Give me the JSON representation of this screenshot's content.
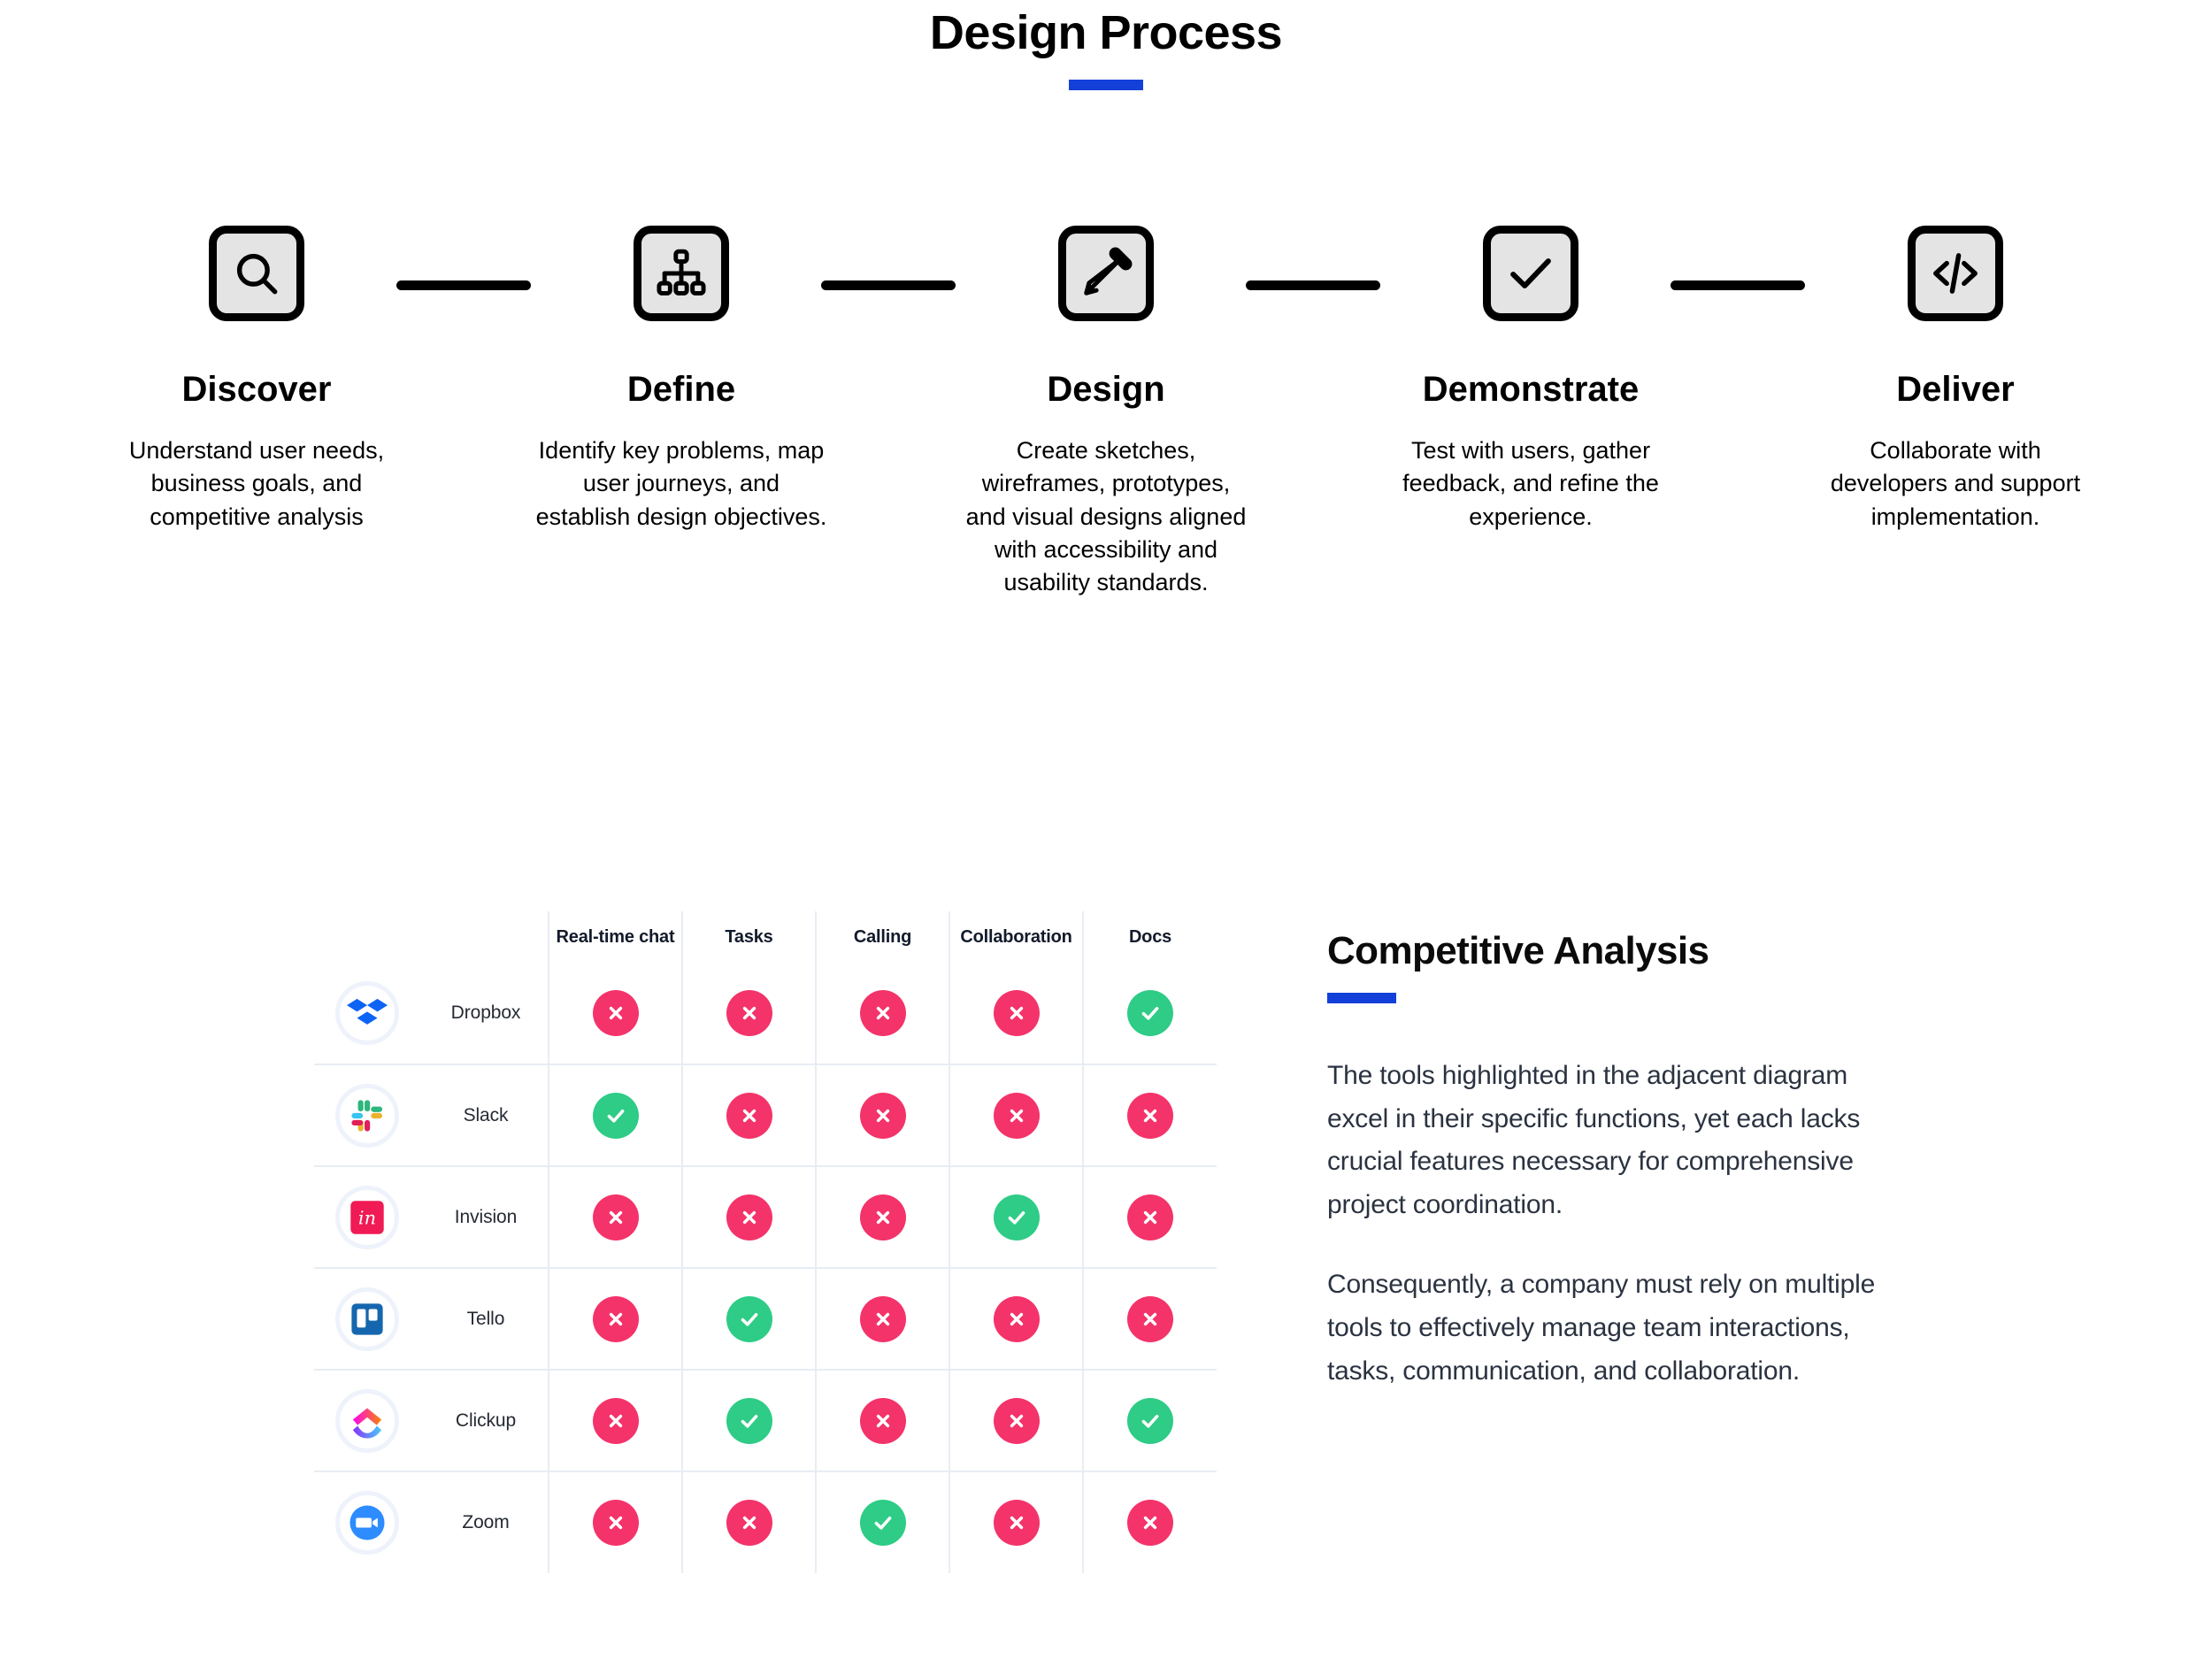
{
  "header": {
    "title": "Design Process",
    "accent_color": "#1240d8"
  },
  "process": {
    "steps": [
      {
        "icon": "search-icon",
        "name": "Discover",
        "description": "Understand user needs, business goals, and competitive analysis"
      },
      {
        "icon": "sitemap-icon",
        "name": "Define",
        "description": "Identify key problems, map user journeys, and establish design objectives."
      },
      {
        "icon": "pencil-icon",
        "name": "Design",
        "description": "Create sketches, wireframes, prototypes, and visual designs aligned with accessibility and usability standards."
      },
      {
        "icon": "check-icon",
        "name": "Demonstrate",
        "description": "Test with users, gather feedback, and refine the experience."
      },
      {
        "icon": "code-icon",
        "name": "Deliver",
        "description": "Collaborate with developers and support implementation."
      }
    ]
  },
  "comparison": {
    "columns": [
      "Real-time chat",
      "Tasks",
      "Calling",
      "Collaboration",
      "Docs"
    ],
    "rows": [
      {
        "logo": "dropbox-logo",
        "name": "Dropbox",
        "values": [
          "no",
          "no",
          "no",
          "no",
          "yes"
        ]
      },
      {
        "logo": "slack-logo",
        "name": "Slack",
        "values": [
          "yes",
          "no",
          "no",
          "no",
          "no"
        ]
      },
      {
        "logo": "invision-logo",
        "name": "Invision",
        "values": [
          "no",
          "no",
          "no",
          "yes",
          "no"
        ]
      },
      {
        "logo": "trello-logo",
        "name": "Tello",
        "values": [
          "no",
          "yes",
          "no",
          "no",
          "no"
        ]
      },
      {
        "logo": "clickup-logo",
        "name": "Clickup",
        "values": [
          "no",
          "yes",
          "no",
          "no",
          "yes"
        ]
      },
      {
        "logo": "zoom-logo",
        "name": "Zoom",
        "values": [
          "no",
          "no",
          "yes",
          "no",
          "no"
        ]
      }
    ],
    "yes_color": "#2ecc86",
    "no_color": "#f4336a"
  },
  "analysis": {
    "title": "Competitive Analysis",
    "accent_color": "#1240d8",
    "paragraphs": [
      "The tools highlighted in the adjacent diagram excel in their specific functions, yet each lacks crucial features necessary for comprehensive project coordination.",
      "Consequently, a company must rely on multiple tools to effectively manage team interactions, tasks, communication, and collaboration."
    ]
  }
}
